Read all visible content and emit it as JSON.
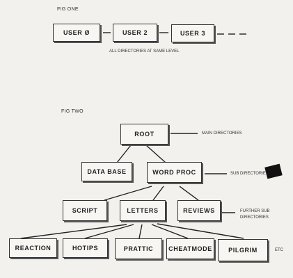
{
  "fig_one": {
    "label": "FIG ONE",
    "boxes": [
      "USER Ø",
      "USER 2",
      "USER 3"
    ],
    "dashes": "- - - -",
    "caption": "ALL DIRECTORIES AT SAME LEVEL"
  },
  "fig_two": {
    "label": "FIG TWO",
    "root": "ROOT",
    "level1": [
      "DATA BASE",
      "WORD PROC"
    ],
    "level2": [
      "SCRIPT",
      "LETTERS",
      "REVIEWS"
    ],
    "level3": [
      "REACTION",
      "HOTIPS",
      "PRATTIC",
      "CHEATMODE",
      "PILGRIM"
    ],
    "notes": {
      "main": "MAIN DIRECTORIES",
      "sub": "SUB DIRECTORIES",
      "further_line1": "FURTHER SUB",
      "further_line2": "DIRECTORIES",
      "etc": "ETC"
    }
  }
}
